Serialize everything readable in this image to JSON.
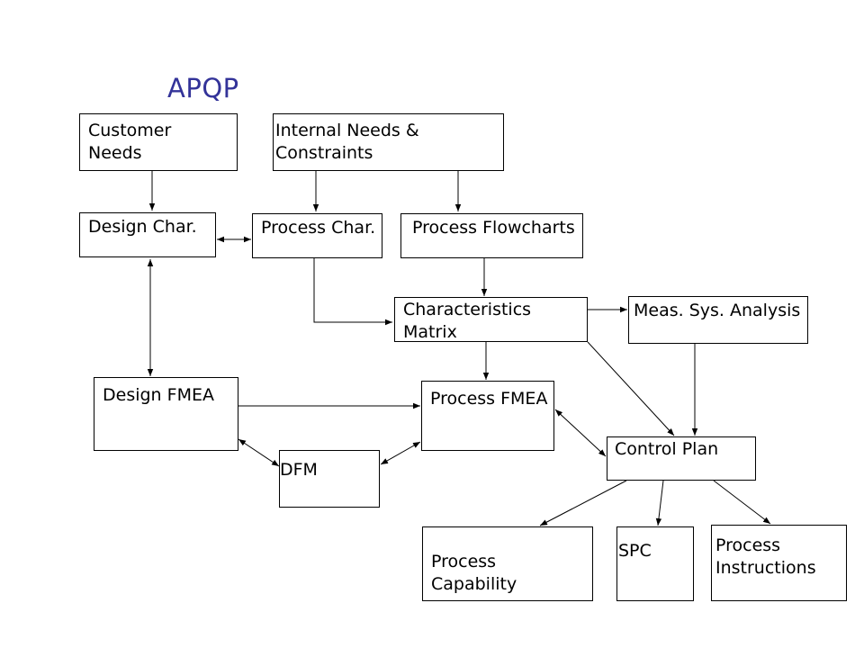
{
  "diagram": {
    "title": "APQP",
    "nodes": {
      "customer_needs": "Customer\nNeeds",
      "internal_needs": "Internal Needs &\nConstraints",
      "design_char": "Design Char.",
      "process_char": "Process Char.",
      "process_flowcharts": "Process Flowcharts",
      "characteristics_matrix": "Characteristics\nMatrix",
      "meas_sys_analysis": "Meas. Sys. Analysis",
      "design_fmea": "Design FMEA",
      "process_fmea": "Process FMEA",
      "dfm": "DFM",
      "control_plan": "Control Plan",
      "process_capability": "Process\nCapability",
      "spc": "SPC",
      "process_instructions": "Process\nInstructions"
    },
    "edges": [
      {
        "from": "customer_needs",
        "to": "design_char",
        "direction": "forward"
      },
      {
        "from": "internal_needs",
        "to": "process_char",
        "direction": "forward"
      },
      {
        "from": "internal_needs",
        "to": "process_flowcharts",
        "direction": "forward"
      },
      {
        "from": "design_char",
        "to": "process_char",
        "direction": "both"
      },
      {
        "from": "design_char",
        "to": "design_fmea",
        "direction": "both"
      },
      {
        "from": "process_char",
        "to": "characteristics_matrix",
        "direction": "forward"
      },
      {
        "from": "process_flowcharts",
        "to": "characteristics_matrix",
        "direction": "forward"
      },
      {
        "from": "characteristics_matrix",
        "to": "meas_sys_analysis",
        "direction": "forward"
      },
      {
        "from": "characteristics_matrix",
        "to": "process_fmea",
        "direction": "forward"
      },
      {
        "from": "characteristics_matrix",
        "to": "control_plan",
        "direction": "forward"
      },
      {
        "from": "meas_sys_analysis",
        "to": "control_plan",
        "direction": "forward"
      },
      {
        "from": "design_fmea",
        "to": "process_fmea",
        "direction": "forward"
      },
      {
        "from": "design_fmea",
        "to": "dfm",
        "direction": "both"
      },
      {
        "from": "dfm",
        "to": "process_fmea",
        "direction": "both"
      },
      {
        "from": "process_fmea",
        "to": "control_plan",
        "direction": "both"
      },
      {
        "from": "control_plan",
        "to": "process_capability",
        "direction": "forward"
      },
      {
        "from": "control_plan",
        "to": "spc",
        "direction": "forward"
      },
      {
        "from": "control_plan",
        "to": "process_instructions",
        "direction": "forward"
      }
    ]
  }
}
